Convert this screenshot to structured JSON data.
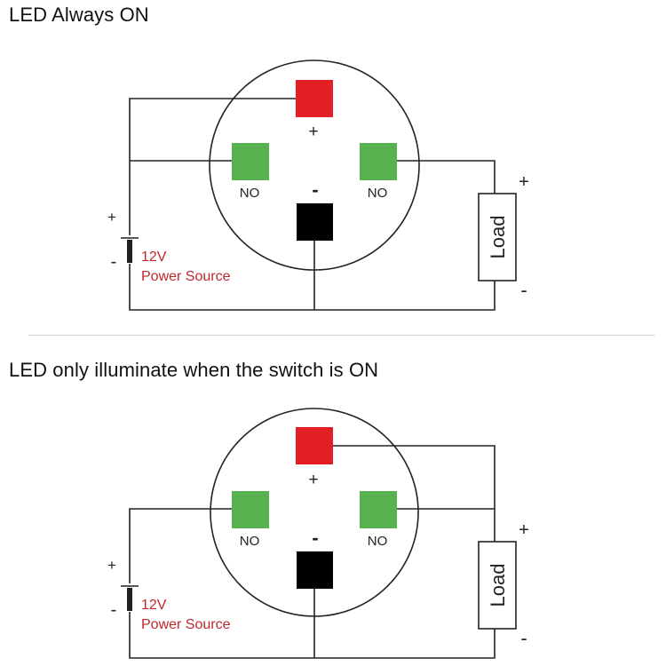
{
  "colors": {
    "wire": "#222222",
    "led_terminal": "#e31e24",
    "no_terminal": "#58b14f",
    "neg_terminal": "#000000",
    "source_label": "#c0272d"
  },
  "diagram1": {
    "title": "LED Always ON",
    "terminals": {
      "plus": "+",
      "no_left": "NO",
      "no_right": "NO",
      "minus": "-"
    },
    "battery": {
      "plus": "+",
      "minus": "-",
      "voltage": "12V",
      "name": "Power Source"
    },
    "load": {
      "label": "Load",
      "plus": "+",
      "minus": "-"
    }
  },
  "diagram2": {
    "title": "LED only illuminate when the switch is ON",
    "terminals": {
      "plus": "+",
      "no_left": "NO",
      "no_right": "NO",
      "minus": "-"
    },
    "battery": {
      "plus": "+",
      "minus": "-",
      "voltage": "12V",
      "name": "Power Source"
    },
    "load": {
      "label": "Load",
      "plus": "+",
      "minus": "-"
    }
  }
}
